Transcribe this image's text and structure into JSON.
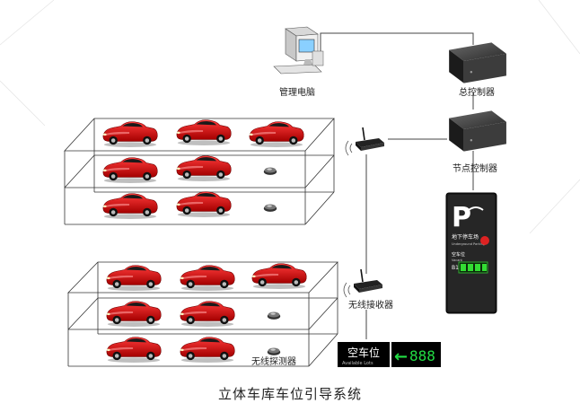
{
  "labels": {
    "pc": "管理电脑",
    "master_controller": "总控制器",
    "node_controller": "节点控制器",
    "wireless_receiver": "无线接收器",
    "wireless_detector": "无线探测器"
  },
  "sign": {
    "letter": "P",
    "line1": "地下停车场",
    "line2": "Underground Parking",
    "line3": "空车位",
    "line4": "Vacant",
    "level": "B1"
  },
  "screen": {
    "cn": "空车位",
    "en": "Available Lots",
    "arrow": "←",
    "count": "888",
    "count_color": "#22dd44"
  },
  "caption": "立体车库车位引导系统"
}
